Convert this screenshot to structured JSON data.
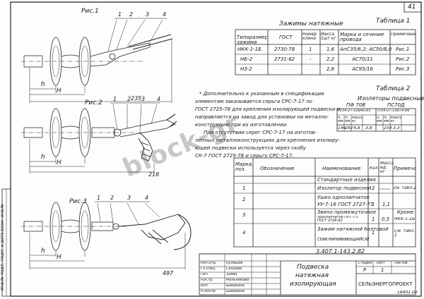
{
  "sheet_no": "41",
  "fig_labels": [
    "Рис.1",
    "Рис.2",
    "Рис.3"
  ],
  "callouts": [
    "1",
    "2",
    "3",
    "4"
  ],
  "dims": {
    "h": "h",
    "H": "H",
    "d235": "235",
    "d218": "218",
    "d497": "497"
  },
  "table1": {
    "label": "Таблица 1",
    "title": "Зажимы натяжные",
    "headers": [
      "Типоразмер зажима",
      "ГОСТ",
      "Номер клина",
      "Масса 1шт кг",
      "Марка и сечение провода",
      "Примечание"
    ],
    "rows": [
      [
        "НКК-1-1Б",
        "2730-78",
        "1",
        "1,6",
        "АпС35/6,2; АС50/8,0",
        "Рис.1"
      ],
      [
        "НБ-2",
        "2731-82",
        "-",
        "2,2",
        "АС70/11",
        "Рис.2"
      ],
      [
        "НЗ-2",
        "",
        "",
        "2,6",
        "АС95/16",
        "Рис.3"
      ]
    ]
  },
  "note": [
    "* Дополнительно к указанным в спецификации",
    "элементам заказывается серьга СРС-7-17 по",
    "ГОСТ 2725-78 для крепления изолирующей подвески и",
    "направляется на завод для установки на металло-",
    "конструкцию при их изготовлении.",
    "При отсутствии серег СРС-7-17 на изготов-",
    "ленных металлоконструкциях для крепления изолиру-",
    "ющей подвески используется через скобу",
    "СК-7 ГОСТ 2725-78 и серьгу СРС-7-17."
  ],
  "table2": {
    "label": "Таблица 2",
    "title": "Изоляторы подвесные",
    "groups": [
      {
        "name": "ПФ 70В",
        "doc": "ТУ34-27-10940-85"
      },
      {
        "name": "ПС70Д",
        "doc": "ТУ34-27-10874-86"
      }
    ],
    "headers": [
      "h, мм",
      "H, мм",
      "Масса, кг",
      "h, мм",
      "H, мм",
      "Масса, кг"
    ],
    "values": [
      "146",
      "292",
      "4,8",
      "3,8",
      "254",
      "3,3"
    ]
  },
  "spec": {
    "headers": [
      "Марка, поз.",
      "Обозначение",
      "Наименование",
      "Кол.",
      "Масса ед. кг",
      "Примечание"
    ],
    "rows": [
      {
        "mark": "",
        "name": "Стандартные изделия",
        "qty": "",
        "mass": "",
        "remark": ""
      },
      {
        "mark": "1",
        "name": "Изолятор подвесной",
        "qty": "2",
        "mass": "",
        "remark": "см. табл.2"
      },
      {
        "mark": "2",
        "name": "Ушко однолапчатое",
        "qty": "",
        "mass": "",
        "remark": ""
      },
      {
        "mark": "",
        "name": "УУ-7-16 ГОСТ 2727-77",
        "qty": "1",
        "mass": "1,1",
        "remark": ""
      },
      {
        "mark": "3",
        "name": "Звено промежуточное",
        "qty": "",
        "mass": "",
        "remark": "Кроме"
      },
      {
        "mark": "",
        "name": "трехлапчатое ПРТ-7-1 ГОСТ 2728-82",
        "qty": "1",
        "mass": "0,5",
        "remark": "НКК-1-1Б"
      },
      {
        "mark": "4",
        "name": "Зажим натяжной болтовой",
        "qty": "1",
        "mass": "",
        "remark": "См. табл. 1"
      },
      {
        "mark": "",
        "name": "(заклинивающийся)",
        "qty": "",
        "mass": "",
        "remark": ""
      }
    ]
  },
  "title_block": {
    "code": "3.407.1-143.2.82",
    "name_lines": [
      "Подвеска",
      "натяжная",
      "изолирующая"
    ],
    "stage_headers": [
      "Стадия",
      "Лист",
      "Листов"
    ],
    "stage_values": [
      "Р",
      "1",
      ""
    ],
    "org": "СЕЛЬЭНЕРГОПРОЕКТ",
    "signers": [
      {
        "role": "Нач.отд.",
        "name": "Кулешов"
      },
      {
        "role": "Гл.спец.",
        "name": "Сенцова"
      },
      {
        "role": "ГИП",
        "name": "Зуева"
      },
      {
        "role": "Рук.гр.",
        "name": "Мельникова"
      },
      {
        "role": "Исп.",
        "name": "Шишкина"
      },
      {
        "role": "Н.контр.",
        "name": "Шишкина"
      }
    ]
  },
  "side_stamp": "Инв.№ подл. Подп. и дата Взам. инв.№",
  "footer_code": "18401-02",
  "watermark": "block-gr"
}
